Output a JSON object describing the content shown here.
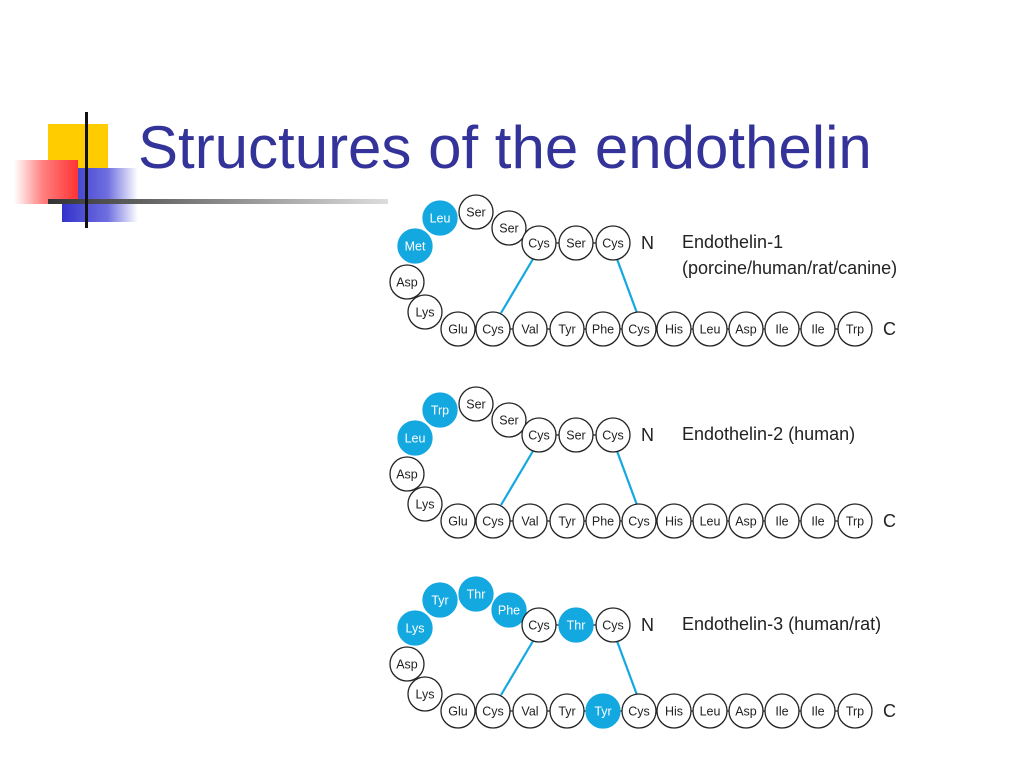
{
  "slide": {
    "title": "Structures of the endothelin"
  },
  "colors": {
    "title": "#333399",
    "highlight": "#14a8e0",
    "bond": "#14a8e0",
    "accent_yellow": "#ffcc00",
    "accent_blue": "#3333cc",
    "accent_red": "#ff3333"
  },
  "peptides": [
    {
      "name_lines": [
        "Endothelin-1",
        "(porcine/human/rat/canine)"
      ],
      "n_label": "N",
      "c_label": "C",
      "loop_residues": [
        {
          "label": "Lys",
          "highlight": false
        },
        {
          "label": "Asp",
          "highlight": false
        },
        {
          "label": "Met",
          "highlight": true
        },
        {
          "label": "Leu",
          "highlight": true
        },
        {
          "label": "Ser",
          "highlight": false
        },
        {
          "label": "Ser",
          "highlight": false
        }
      ],
      "top_residues": [
        {
          "label": "Cys",
          "highlight": false
        },
        {
          "label": "Ser",
          "highlight": false
        },
        {
          "label": "Cys",
          "highlight": false
        }
      ],
      "bottom_residues": [
        {
          "label": "Glu",
          "highlight": false
        },
        {
          "label": "Cys",
          "highlight": false
        },
        {
          "label": "Val",
          "highlight": false
        },
        {
          "label": "Tyr",
          "highlight": false
        },
        {
          "label": "Phe",
          "highlight": false
        },
        {
          "label": "Cys",
          "highlight": false
        },
        {
          "label": "His",
          "highlight": false
        },
        {
          "label": "Leu",
          "highlight": false
        },
        {
          "label": "Asp",
          "highlight": false
        },
        {
          "label": "Ile",
          "highlight": false
        },
        {
          "label": "Ile",
          "highlight": false
        },
        {
          "label": "Trp",
          "highlight": false
        }
      ]
    },
    {
      "name_lines": [
        "Endothelin-2 (human)"
      ],
      "n_label": "N",
      "c_label": "C",
      "loop_residues": [
        {
          "label": "Lys",
          "highlight": false
        },
        {
          "label": "Asp",
          "highlight": false
        },
        {
          "label": "Leu",
          "highlight": true
        },
        {
          "label": "Trp",
          "highlight": true
        },
        {
          "label": "Ser",
          "highlight": false
        },
        {
          "label": "Ser",
          "highlight": false
        }
      ],
      "top_residues": [
        {
          "label": "Cys",
          "highlight": false
        },
        {
          "label": "Ser",
          "highlight": false
        },
        {
          "label": "Cys",
          "highlight": false
        }
      ],
      "bottom_residues": [
        {
          "label": "Glu",
          "highlight": false
        },
        {
          "label": "Cys",
          "highlight": false
        },
        {
          "label": "Val",
          "highlight": false
        },
        {
          "label": "Tyr",
          "highlight": false
        },
        {
          "label": "Phe",
          "highlight": false
        },
        {
          "label": "Cys",
          "highlight": false
        },
        {
          "label": "His",
          "highlight": false
        },
        {
          "label": "Leu",
          "highlight": false
        },
        {
          "label": "Asp",
          "highlight": false
        },
        {
          "label": "Ile",
          "highlight": false
        },
        {
          "label": "Ile",
          "highlight": false
        },
        {
          "label": "Trp",
          "highlight": false
        }
      ]
    },
    {
      "name_lines": [
        "Endothelin-3 (human/rat)"
      ],
      "n_label": "N",
      "c_label": "C",
      "loop_residues": [
        {
          "label": "Lys",
          "highlight": false
        },
        {
          "label": "Asp",
          "highlight": false
        },
        {
          "label": "Lys",
          "highlight": true
        },
        {
          "label": "Tyr",
          "highlight": true
        },
        {
          "label": "Thr",
          "highlight": true
        },
        {
          "label": "Phe",
          "highlight": true
        }
      ],
      "top_residues": [
        {
          "label": "Cys",
          "highlight": false
        },
        {
          "label": "Thr",
          "highlight": true
        },
        {
          "label": "Cys",
          "highlight": false
        }
      ],
      "bottom_residues": [
        {
          "label": "Glu",
          "highlight": false
        },
        {
          "label": "Cys",
          "highlight": false
        },
        {
          "label": "Val",
          "highlight": false
        },
        {
          "label": "Tyr",
          "highlight": false
        },
        {
          "label": "Tyr",
          "highlight": true
        },
        {
          "label": "Cys",
          "highlight": false
        },
        {
          "label": "His",
          "highlight": false
        },
        {
          "label": "Leu",
          "highlight": false
        },
        {
          "label": "Asp",
          "highlight": false
        },
        {
          "label": "Ile",
          "highlight": false
        },
        {
          "label": "Ile",
          "highlight": false
        },
        {
          "label": "Trp",
          "highlight": false
        }
      ]
    }
  ]
}
